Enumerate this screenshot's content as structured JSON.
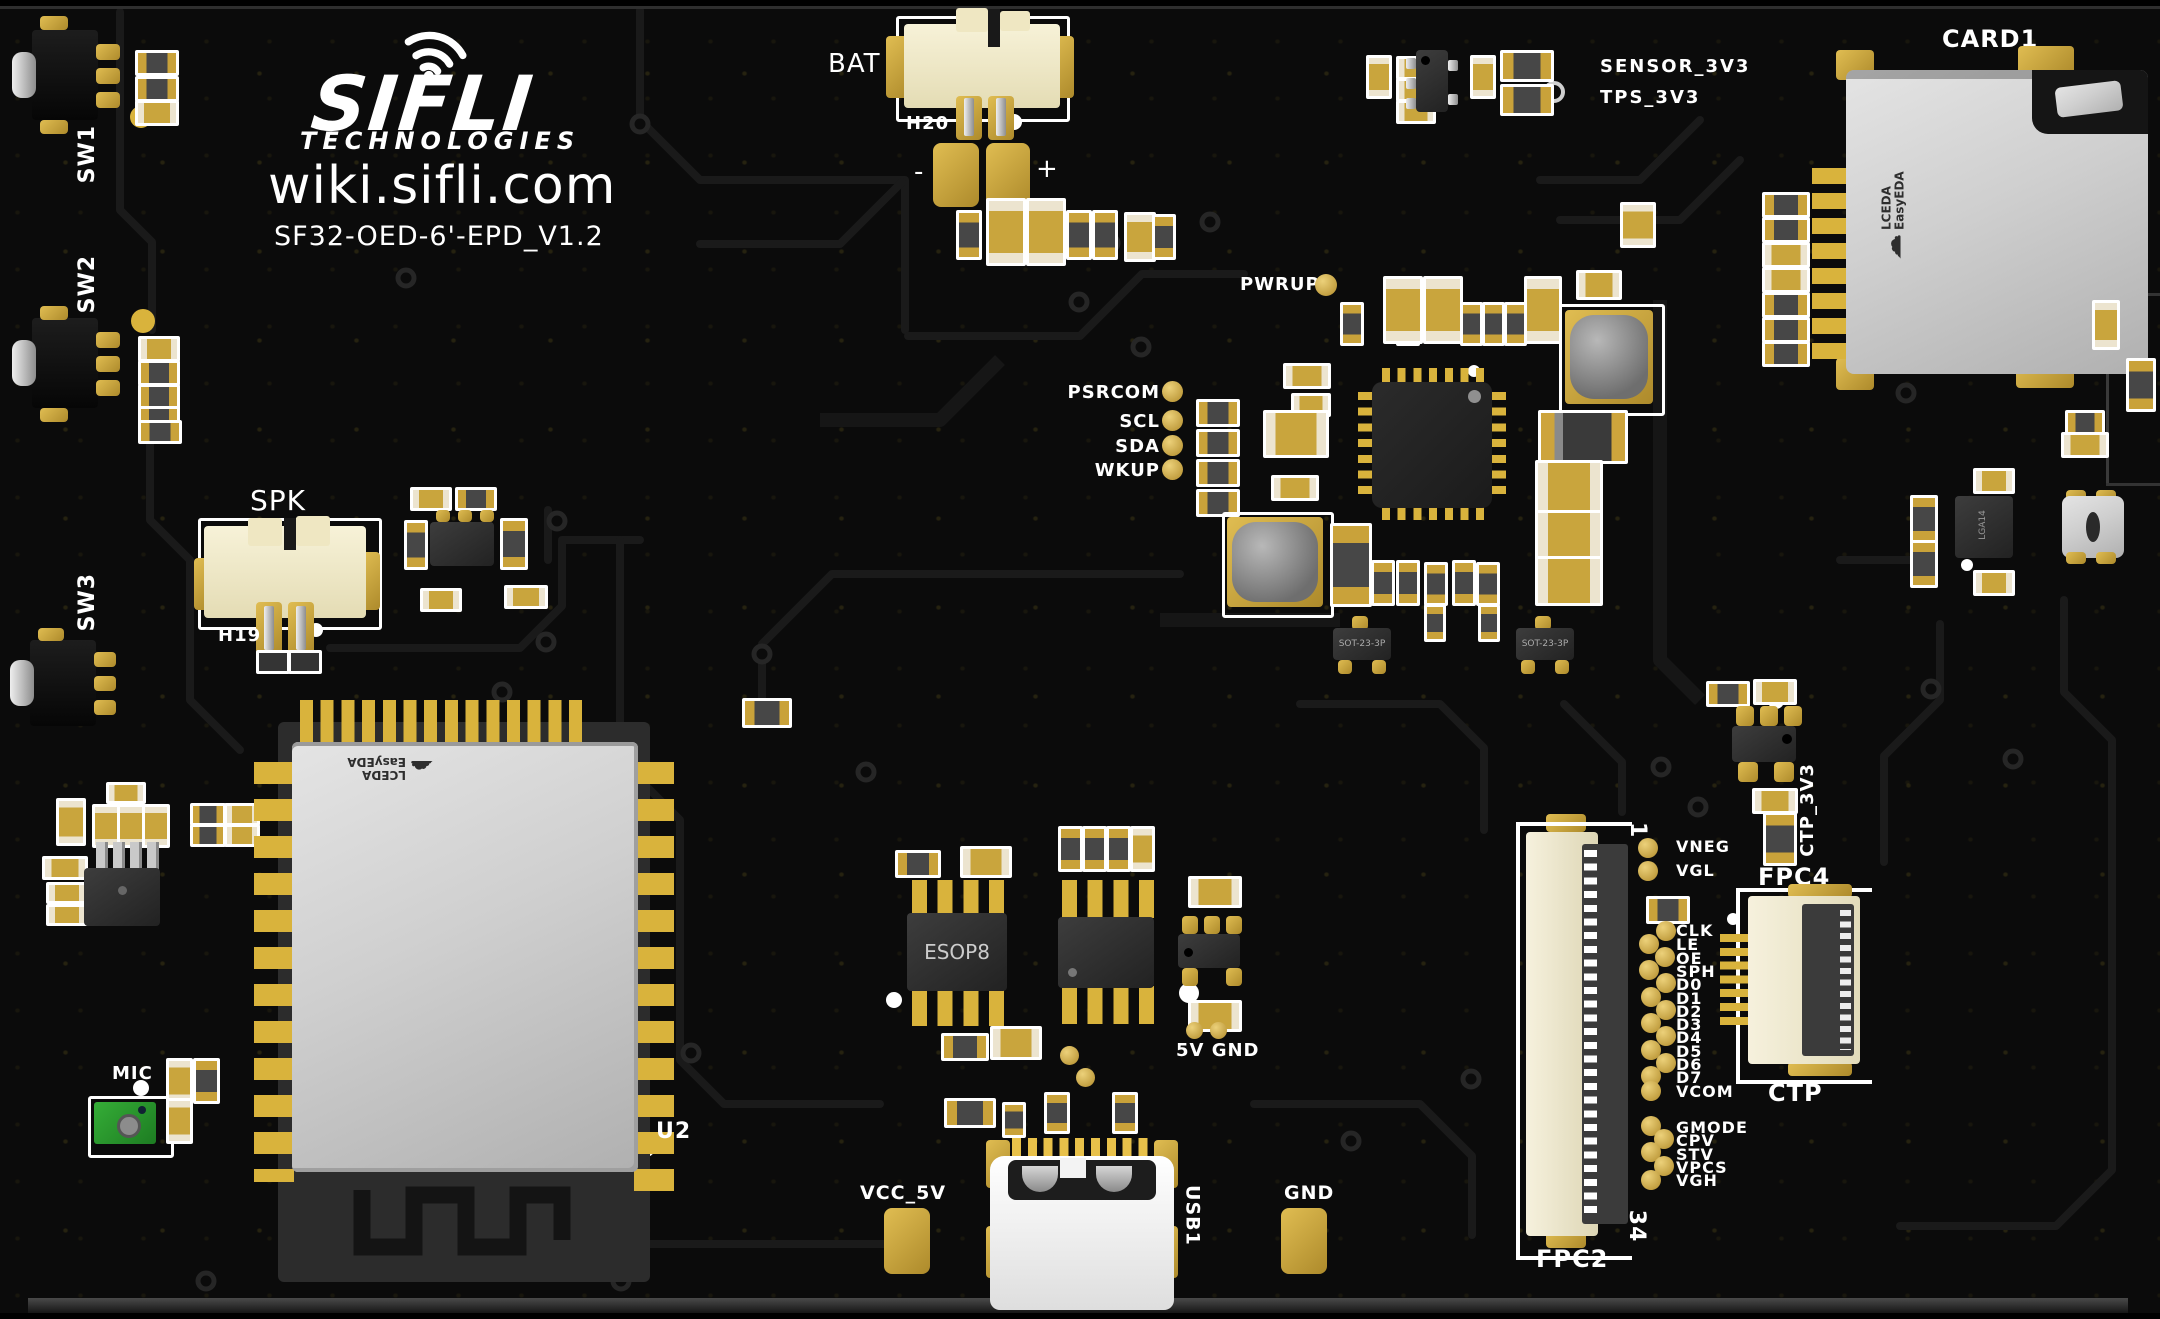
{
  "title_block": {
    "brand": "SIFLI",
    "brand_sub": "TECHNOLOGIES",
    "website": "wiki.sifli.com",
    "board_name": "SF32-OED-6'-EPD_V1.2"
  },
  "silkscreen": {
    "sw1": "SW1",
    "sw2": "SW2",
    "sw3": "SW3",
    "bat": "BAT",
    "h20": "H20",
    "minus": "-",
    "plus": "+",
    "sensor_3v3": "SENSOR_3V3",
    "tps_3v3": "TPS_3V3",
    "card1": "CARD1",
    "pwrup": "PWRUP",
    "psrcom": "PSRCOM",
    "scl": "SCL",
    "sda": "SDA",
    "wkup": "WKUP",
    "spk": "SPK",
    "h19": "H19",
    "mic": "MIC",
    "u2": "U2",
    "vcc_5v": "VCC_5V",
    "usb1": "USB1",
    "gnd": "GND",
    "five_v_gnd": "5V GND",
    "fpc2": "FPC2",
    "fpc4": "FPC4",
    "ctp": "CTP",
    "ctp_3v3": "CTP_3V3",
    "pin_1": "1",
    "pin_34": "34"
  },
  "component_markings": {
    "esop8": "ESOP8",
    "lga14": "LGA14",
    "sot23": "SOT-23-3P",
    "easyeda_line1": "LCEDA",
    "easyeda_line2": "EasyEDA",
    "cloud_icon": "☁"
  },
  "fpc2_testpoints": [
    "VNEG",
    "VGL",
    "CLK",
    "LE",
    "OE",
    "SPH",
    "D0",
    "D1",
    "D2",
    "D3",
    "D4",
    "D5",
    "D6",
    "D7",
    "VCOM",
    "GMODE",
    "CPV",
    "STV",
    "VPCS",
    "VGH"
  ],
  "colors": {
    "board": "#0b0b0b",
    "silkscreen": "#ffffff",
    "gold": "#d9b23c",
    "cream": "#f1ead0",
    "silver": "#cfcfcf",
    "mic_green": "#2f9e33",
    "chip_black": "#2e2e2e"
  }
}
